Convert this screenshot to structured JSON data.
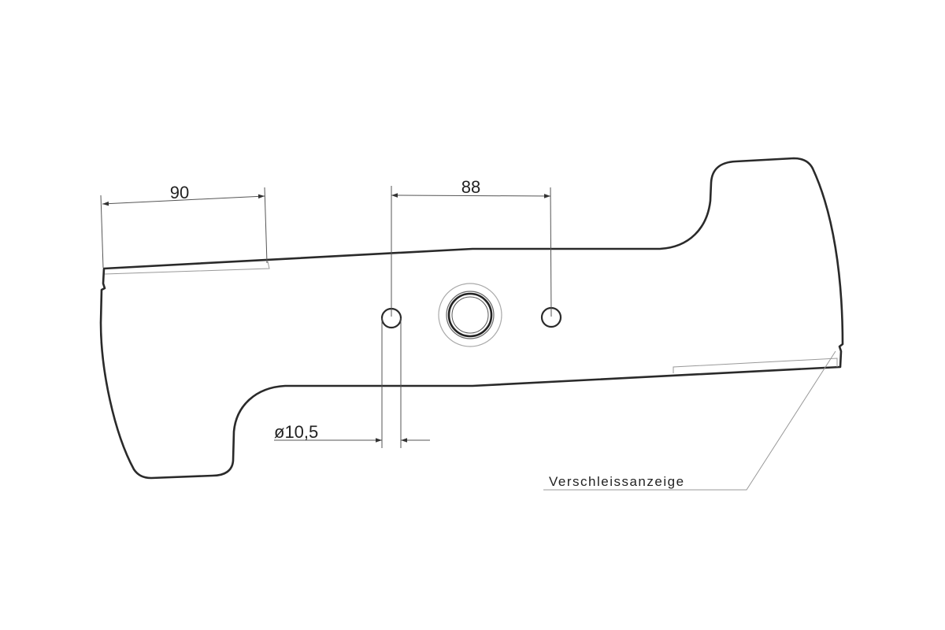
{
  "drawing": {
    "subject": "mower-blade",
    "dimensions": {
      "edge_length": "90",
      "hole_spacing": "88",
      "hole_diameter": "ø10,5"
    },
    "labels": {
      "wear_indicator": "Verschleissanzeige"
    },
    "colors": {
      "line": "#2a2a2a",
      "background": "#ffffff"
    }
  }
}
